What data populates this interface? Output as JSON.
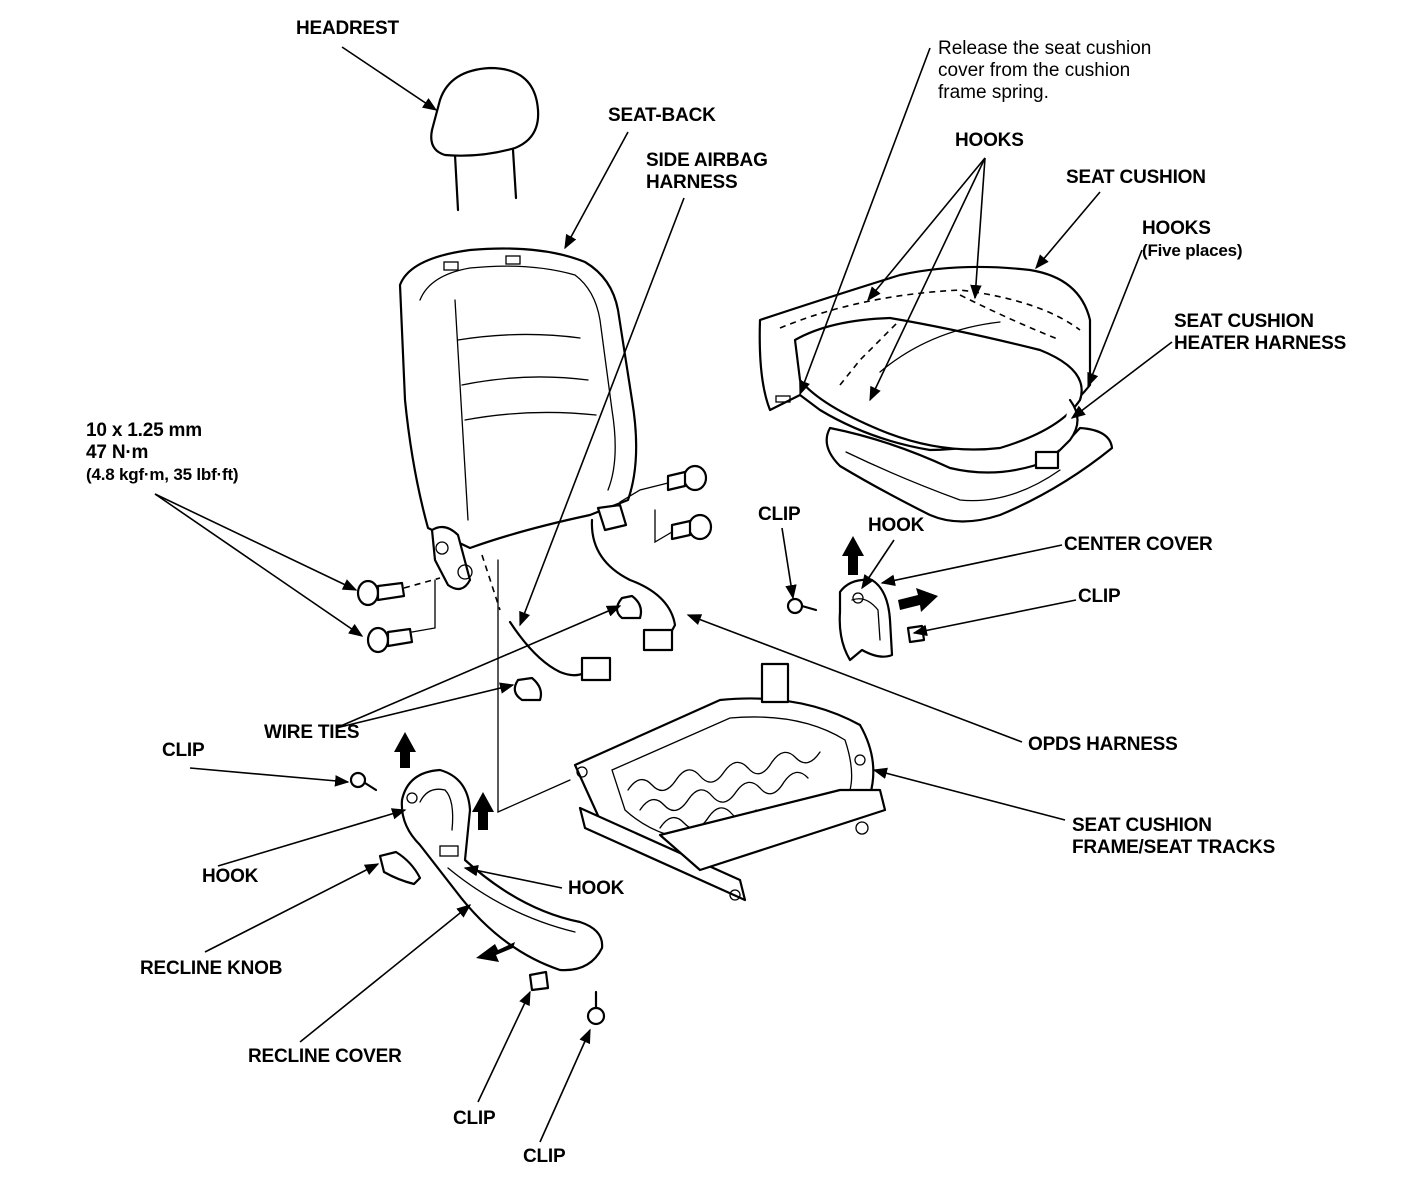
{
  "labels": {
    "headrest": "HEADREST",
    "seat_back": "SEAT-BACK",
    "side_airbag_1": "SIDE AIRBAG",
    "side_airbag_2": "HARNESS",
    "note_1": "Release the seat cushion",
    "note_2": "cover from the cushion",
    "note_3": "frame spring.",
    "hooks_top": "HOOKS",
    "seat_cushion": "SEAT CUSHION",
    "hooks_five_1": "HOOKS",
    "hooks_five_2": "(Five places)",
    "heater_1": "SEAT CUSHION",
    "heater_2": "HEATER HARNESS",
    "torque_1": "10 x 1.25 mm",
    "torque_2": "47 N·m",
    "torque_3": "(4.8 kgf·m, 35 lbf·ft)",
    "clip_center_left": "CLIP",
    "hook_center": "HOOK",
    "center_cover": "CENTER COVER",
    "clip_center_right": "CLIP",
    "opds": "OPDS HARNESS",
    "wire_ties": "WIRE TIES",
    "clip_left": "CLIP",
    "hook_left": "HOOK",
    "hook_cover": "HOOK",
    "frame_1": "SEAT CUSHION",
    "frame_2": "FRAME/SEAT TRACKS",
    "recline_knob": "RECLINE KNOB",
    "recline_cover": "RECLINE COVER",
    "clip_bottom_1": "CLIP",
    "clip_bottom_2": "CLIP"
  }
}
